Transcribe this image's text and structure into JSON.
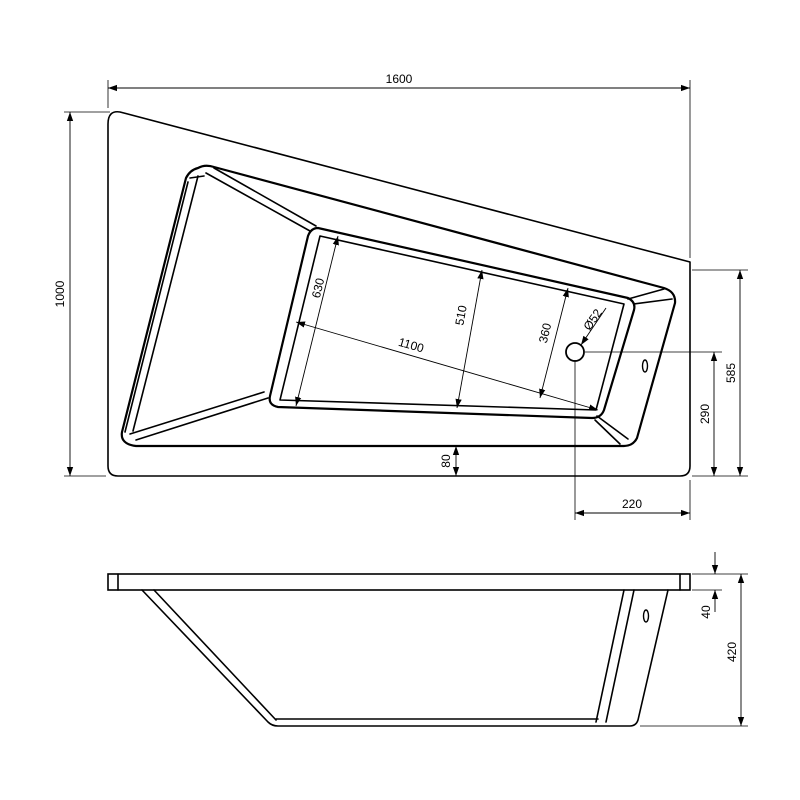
{
  "dimensions": {
    "overall_length": "1600",
    "overall_width": "1000",
    "right_side_depth": "585",
    "drain_offset_y": "290",
    "drain_offset_x": "220",
    "front_rim": "80",
    "inner_diagonal": "1100",
    "inner_depth_left": "630",
    "inner_depth_mid": "510",
    "inner_depth_right": "360",
    "drain_diameter": "Ø52",
    "rim_thickness": "40",
    "tub_height": "420"
  }
}
